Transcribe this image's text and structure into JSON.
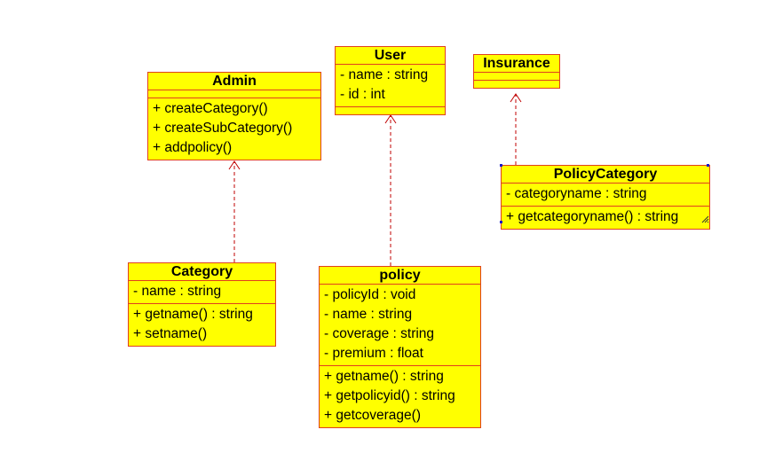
{
  "diagram": {
    "classes": {
      "admin": {
        "name": "Admin",
        "attributes": [],
        "methods": [
          "+ createCategory()",
          "+ createSubCategory()",
          "+ addpolicy()"
        ]
      },
      "user": {
        "name": "User",
        "attributes": [
          "- name : string",
          "- id : int"
        ],
        "methods": []
      },
      "insurance": {
        "name": "Insurance",
        "attributes": [],
        "methods": []
      },
      "policycategory": {
        "name": "PolicyCategory",
        "attributes": [
          "- categoryname : string"
        ],
        "methods": [
          "+ getcategoryname() : string"
        ]
      },
      "category": {
        "name": "Category",
        "attributes": [
          "- name : string"
        ],
        "methods": [
          "+ getname() : string",
          "+ setname()"
        ]
      },
      "policy": {
        "name": "policy",
        "attributes": [
          "- policyId : void",
          "- name : string",
          "- coverage : string",
          "- premium : float"
        ],
        "methods": [
          "+ getname() : string",
          "+ getpolicyid() : string",
          "+ getcoverage()"
        ]
      }
    },
    "colors": {
      "class_fill": "#ffff00",
      "class_border": "#e0401e",
      "connector": "#c00000",
      "selection_handle": "#1b1bc7"
    }
  }
}
